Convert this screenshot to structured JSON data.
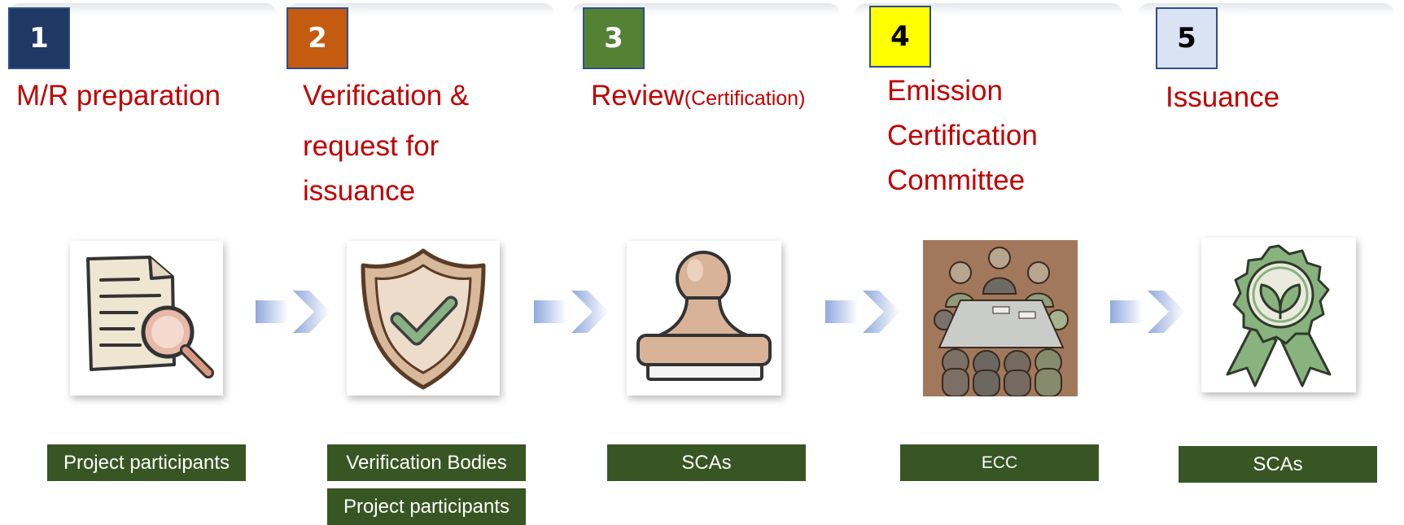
{
  "steps": [
    {
      "number": "1",
      "title_lines": [
        "M/R preparation"
      ],
      "title_suffix": "",
      "roles": [
        "Project participants"
      ],
      "icon": "document-magnifier-icon"
    },
    {
      "number": "2",
      "title_lines": [
        "Verification &",
        "request for",
        "issuance"
      ],
      "title_suffix": "",
      "roles": [
        "Verification Bodies",
        "Project participants"
      ],
      "icon": "shield-check-icon"
    },
    {
      "number": "3",
      "title_lines": [
        "Review"
      ],
      "title_suffix": "(Certification)",
      "roles": [
        "SCAs"
      ],
      "icon": "stamp-icon"
    },
    {
      "number": "4",
      "title_lines": [
        "Emission",
        "Certification",
        "Committee"
      ],
      "title_suffix": "",
      "roles": [
        "ECC"
      ],
      "icon": "meeting-table-icon"
    },
    {
      "number": "5",
      "title_lines": [
        "Issuance"
      ],
      "title_suffix": "",
      "roles": [
        "SCAs"
      ],
      "icon": "certificate-badge-icon"
    }
  ],
  "colors": {
    "number_boxes": [
      "#1f3864",
      "#c55a11",
      "#548235",
      "#ffff00",
      "#dae3f3"
    ],
    "number_text": [
      "#ffffff",
      "#ffffff",
      "#ffffff",
      "#000000",
      "#000000"
    ],
    "title": "#c00000",
    "role_box": "#375623"
  }
}
